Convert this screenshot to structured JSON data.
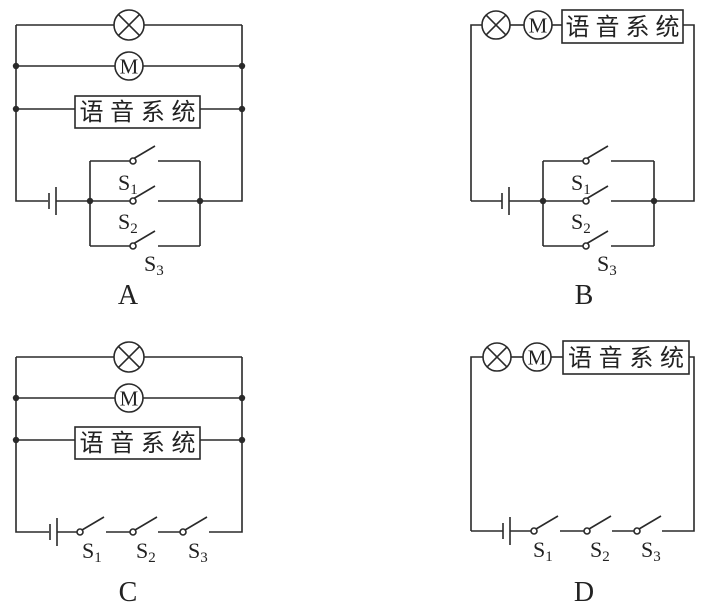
{
  "figure": {
    "components": {
      "lamp_symbol": "lamp-cross-icon",
      "motor_label": "M",
      "voice_system_label": "语音系统",
      "switch_labels": [
        "S",
        "S",
        "S"
      ],
      "switch_subscripts": [
        "1",
        "2",
        "3"
      ]
    },
    "options": [
      {
        "label": "A",
        "description": "Lamp, motor and voice system in parallel; switches S1, S2, S3 in parallel with each other, in series with battery"
      },
      {
        "label": "B",
        "description": "Lamp, motor and voice system in series; switches S1, S2, S3 in parallel with each other"
      },
      {
        "label": "C",
        "description": "Lamp, motor and voice system in parallel; switches S1, S2, S3 in series"
      },
      {
        "label": "D",
        "description": "Lamp, motor and voice system in series; switches S1, S2, S3 in series"
      }
    ]
  }
}
